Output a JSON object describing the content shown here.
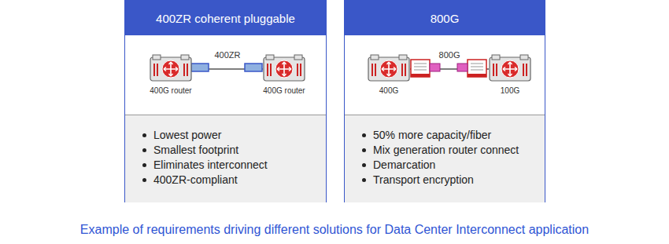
{
  "diagram": {
    "caption": "Example of requirements driving different solutions for Data Center Interconnect application",
    "nodes": [
      {
        "text": [
          "400ZR coherent pluggable"
        ]
      },
      {
        "text": [
          "Lowest power",
          "Smallest footprint",
          "Eliminates interconnect",
          "400ZR-compliant"
        ],
        "in": 0
      },
      {
        "text": [
          "400G router"
        ],
        "in": 0
      },
      {
        "text": [
          "400G router"
        ],
        "in": 0
      },
      {
        "text": [
          "800G"
        ]
      },
      {
        "text": [
          "50% more capacity/fiber",
          "Mix generation router connect",
          "Demarcation",
          "Transport encryption"
        ],
        "in": 4
      },
      {
        "text": [
          "400G"
        ],
        "in": 4
      },
      {
        "text": [
          "100G"
        ],
        "in": 4
      }
    ],
    "edges": [
      {
        "from": 2,
        "to": 3,
        "arrow": "none",
        "label": "400ZR"
      },
      {
        "from": 6,
        "to": 7,
        "arrow": "none",
        "label": "800G"
      }
    ]
  }
}
